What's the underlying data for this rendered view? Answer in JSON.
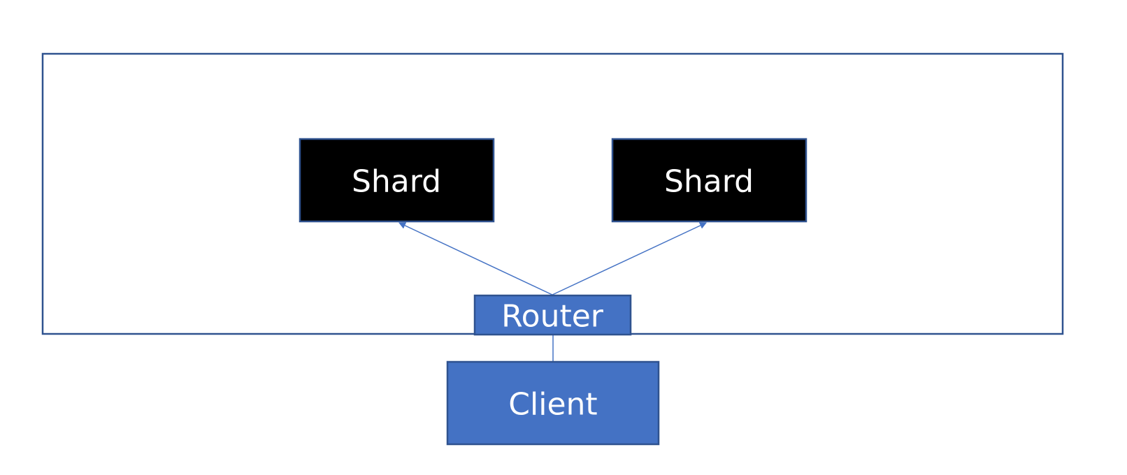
{
  "diagram": {
    "nodes": {
      "shard_left": {
        "label": "Shard"
      },
      "shard_right": {
        "label": "Shard"
      },
      "router": {
        "label": "Router"
      },
      "client": {
        "label": "Client"
      }
    },
    "edges": [
      {
        "from": "router",
        "to": "shard_left",
        "arrow": "end"
      },
      {
        "from": "router",
        "to": "shard_right",
        "arrow": "end"
      },
      {
        "from": "client",
        "to": "router",
        "arrow": "none"
      }
    ],
    "colors": {
      "outline": "#2f528f",
      "shard_fill": "#000000",
      "blue_fill": "#4472c4",
      "connector": "#4472c4",
      "label_text": "#ffffff"
    }
  }
}
